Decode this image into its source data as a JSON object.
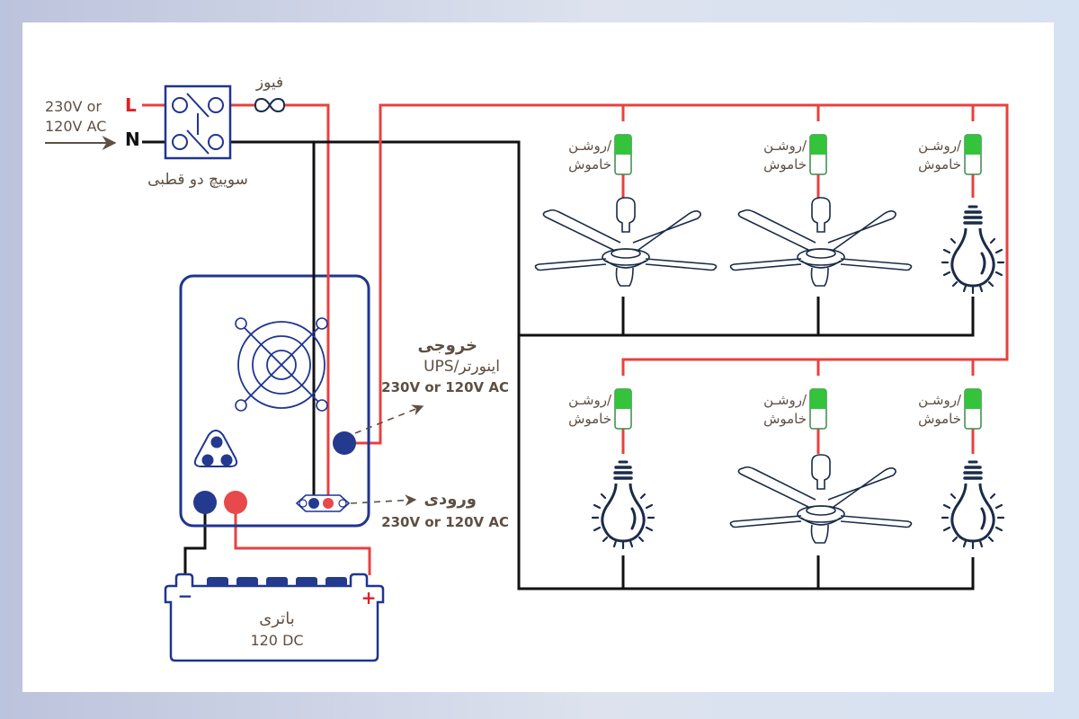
{
  "colors": {
    "live_wire": "#e8413f",
    "neutral_wire": "#111111",
    "device_outline": "#1f3590",
    "label_text": "#5e4f43",
    "switch_on": "#34c33b",
    "switch_border": "#3b8a4a"
  },
  "mains": {
    "source_label_line1": "230V or",
    "source_label_line2": "120V AC",
    "live_label": "L",
    "neutral_label": "N"
  },
  "fuse": {
    "label": "فیوز"
  },
  "double_pole_switch": {
    "label": "سوییچ دو قطبی"
  },
  "inverter": {
    "output_title": "خروجی",
    "output_subtitle": "UPS/اینورتر",
    "output_voltage": "230V or 120V AC",
    "input_title": "ورودی",
    "input_voltage": "230V or 120V AC"
  },
  "battery": {
    "label": "باتری",
    "voltage": "120 DC",
    "negative": "−",
    "positive": "+"
  },
  "loads": {
    "switch_label_line1": "روشـن/",
    "switch_label_line2": "خاموش",
    "top_row": [
      {
        "type": "ceiling-fan"
      },
      {
        "type": "ceiling-fan"
      },
      {
        "type": "light-bulb"
      }
    ],
    "bottom_row": [
      {
        "type": "light-bulb"
      },
      {
        "type": "ceiling-fan"
      },
      {
        "type": "light-bulb"
      }
    ]
  }
}
